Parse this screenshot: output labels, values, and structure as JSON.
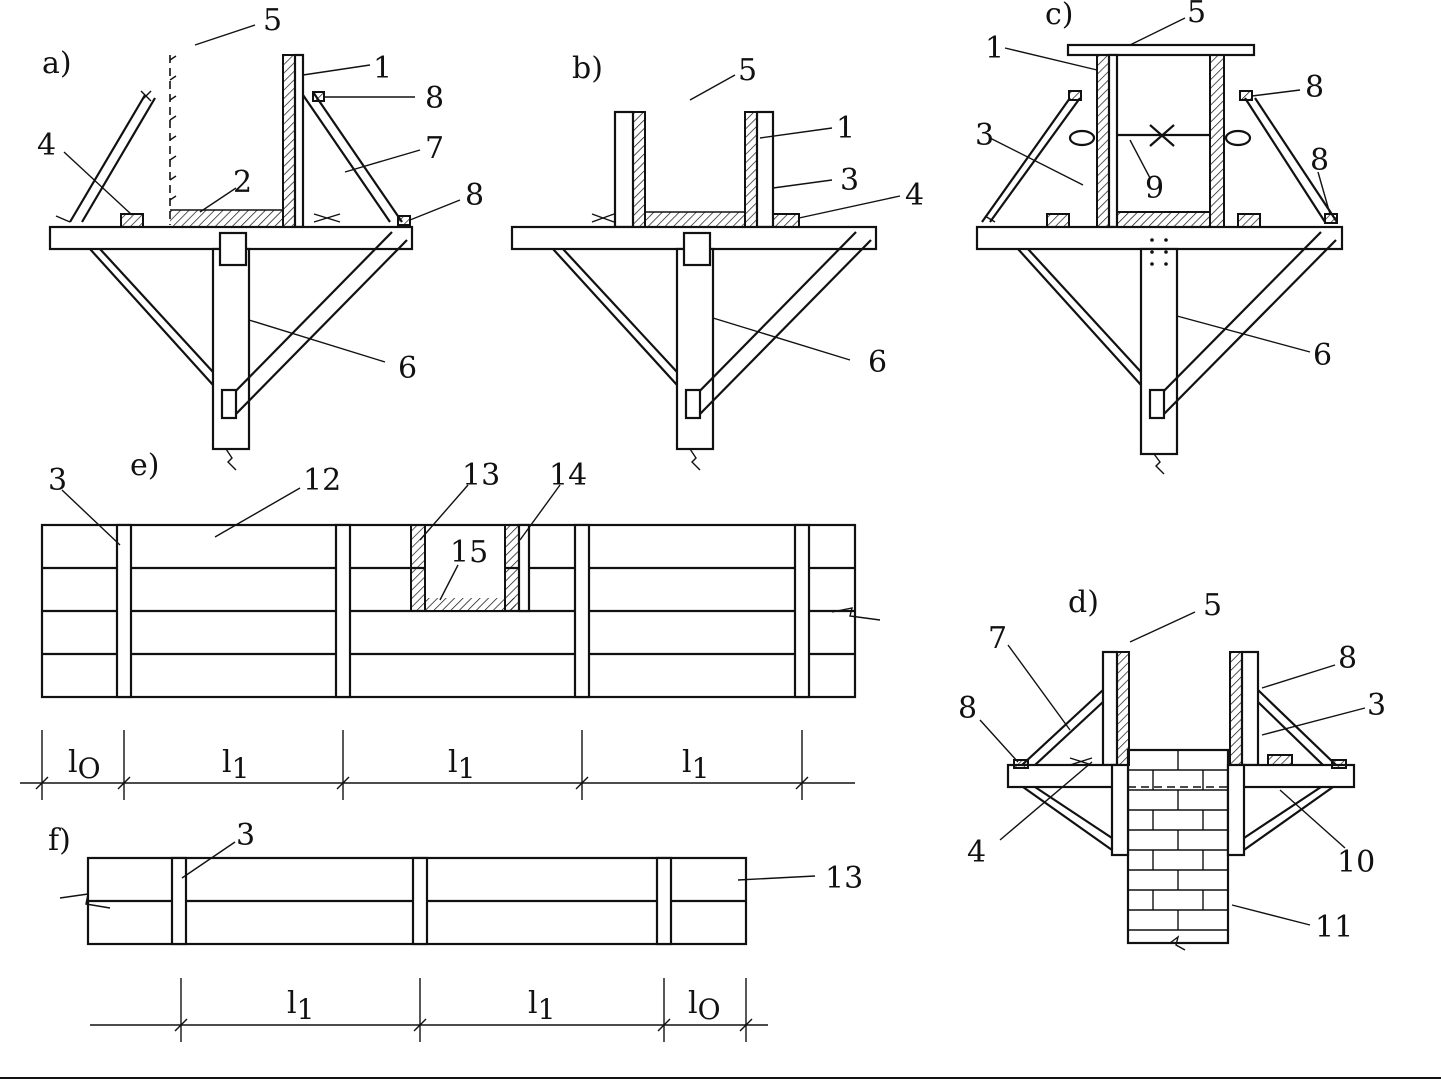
{
  "panels": {
    "a": "a)",
    "b": "b)",
    "c": "c)",
    "d": "d)",
    "e": "e)",
    "f": "f)"
  },
  "callouts": {
    "a": [
      "5",
      "1",
      "8",
      "4",
      "7",
      "2",
      "8",
      "6"
    ],
    "b": [
      "5",
      "1",
      "3",
      "4",
      "6"
    ],
    "c": [
      "5",
      "1",
      "8",
      "3",
      "8",
      "9",
      "6"
    ],
    "d": [
      "5",
      "7",
      "8",
      "8",
      "3",
      "4",
      "10",
      "11"
    ],
    "e": [
      "3",
      "12",
      "13",
      "14",
      "15"
    ],
    "f": [
      "3",
      "13"
    ]
  },
  "dimensions": {
    "e": [
      {
        "base": "l",
        "sub": "O"
      },
      {
        "base": "l",
        "sub": "1"
      },
      {
        "base": "l",
        "sub": "1"
      },
      {
        "base": "l",
        "sub": "1"
      }
    ],
    "f": [
      {
        "base": "l",
        "sub": "1"
      },
      {
        "base": "l",
        "sub": "1"
      },
      {
        "base": "l",
        "sub": "O"
      }
    ]
  }
}
